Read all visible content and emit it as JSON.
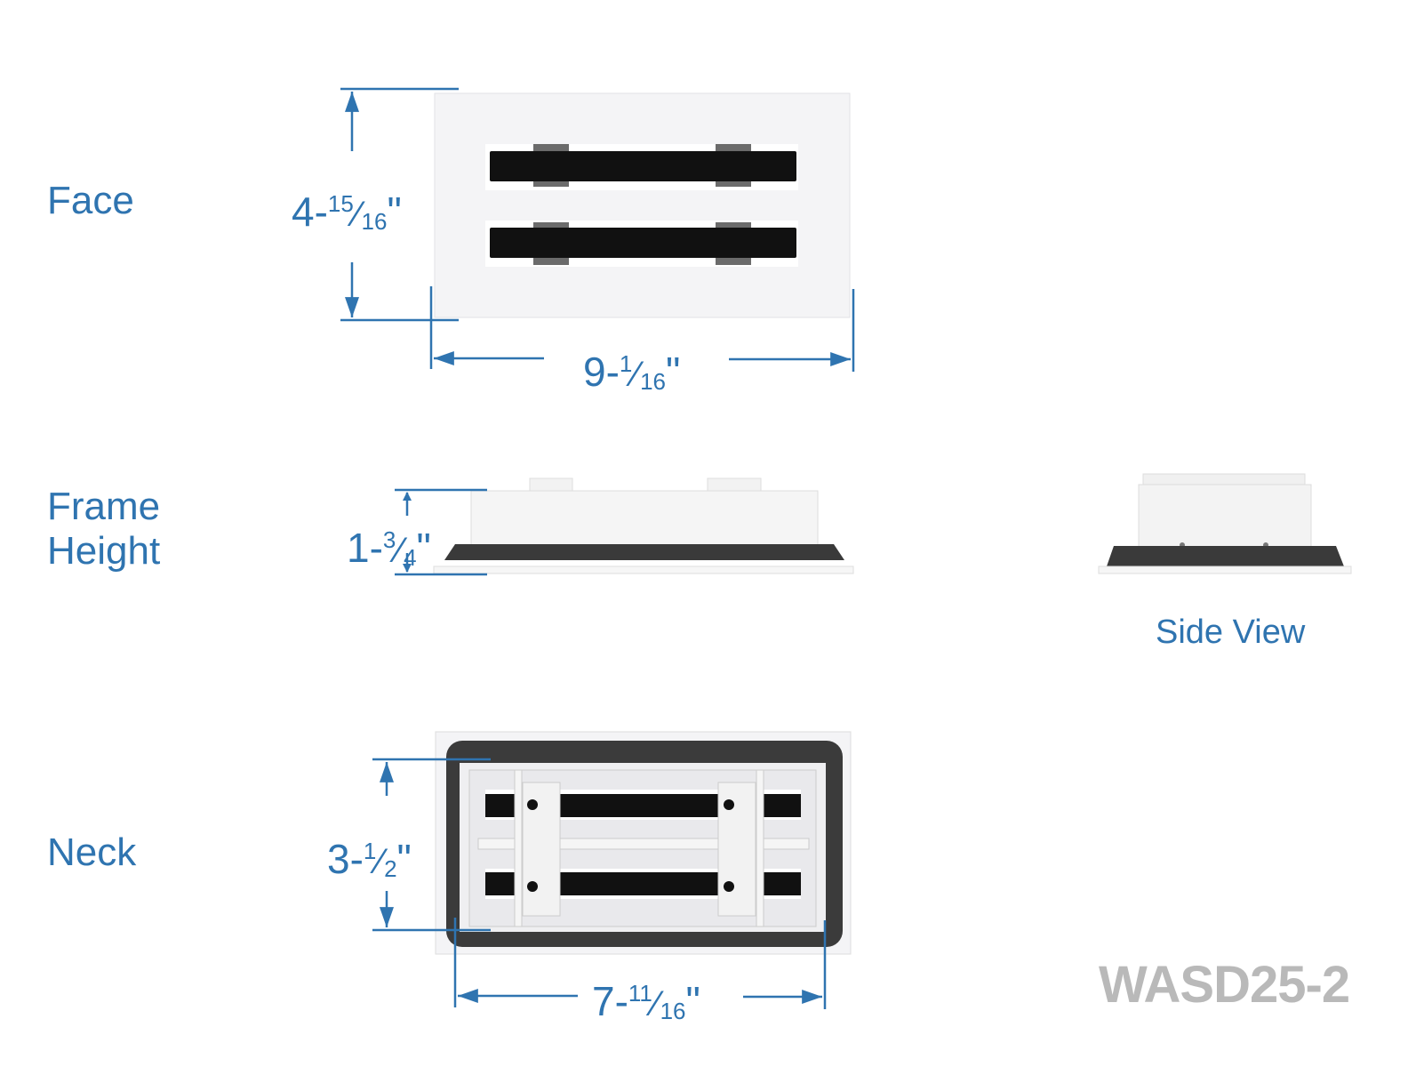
{
  "labels": {
    "face": "Face",
    "frame_height_line1": "Frame",
    "frame_height_line2": "Height",
    "neck": "Neck",
    "side_view": "Side View"
  },
  "dimensions": {
    "face_height": {
      "whole": "4-",
      "num": "15",
      "den": "16",
      "unit": "\""
    },
    "face_width": {
      "whole": "9-",
      "num": "1",
      "den": "16",
      "unit": "\""
    },
    "frame_height": {
      "whole": "1-",
      "num": "3",
      "den": "4",
      "unit": "\""
    },
    "neck_height": {
      "whole": "3-",
      "num": "1",
      "den": "2",
      "unit": "\""
    },
    "neck_width": {
      "whole": "7-",
      "num": "11",
      "den": "16",
      "unit": "\""
    }
  },
  "model": "WASD25-2",
  "colors": {
    "dimension_blue": "#2f74b0",
    "model_gray": "#b9b9b9",
    "foam": "#3a3a3a",
    "blade": "#111111"
  }
}
